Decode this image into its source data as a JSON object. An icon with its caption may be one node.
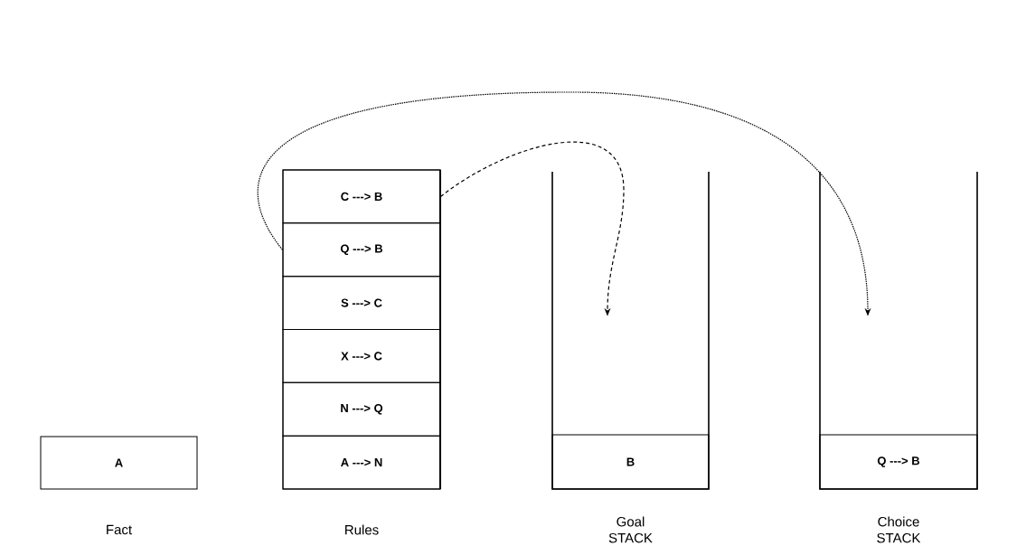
{
  "diagram": {
    "nodes": [
      {
        "text": [
          "A"
        ],
        "beside": [
          "Fact"
        ]
      },
      {
        "text": [
          "Rules"
        ]
      },
      {
        "text": [
          "C ---> B"
        ],
        "in": 1
      },
      {
        "text": [
          "Q ---> B"
        ],
        "in": 1
      },
      {
        "text": [
          "S ---> C"
        ],
        "in": 1
      },
      {
        "text": [
          "X ---> C"
        ],
        "in": 1
      },
      {
        "text": [
          "N ---> Q"
        ],
        "in": 1
      },
      {
        "text": [
          "A ---> N"
        ],
        "in": 1
      },
      {
        "text": [
          "Goal STACK"
        ]
      },
      {
        "text": [
          "B"
        ],
        "in": 8
      },
      {
        "text": [
          "Choice STACK"
        ]
      },
      {
        "text": [
          "Q ---> B"
        ],
        "in": 10
      }
    ],
    "edges": [
      {
        "from": 2,
        "to": 8,
        "arrow": "to",
        "style": "dashed"
      },
      {
        "from": 3,
        "to": 10,
        "arrow": "to"
      }
    ]
  }
}
